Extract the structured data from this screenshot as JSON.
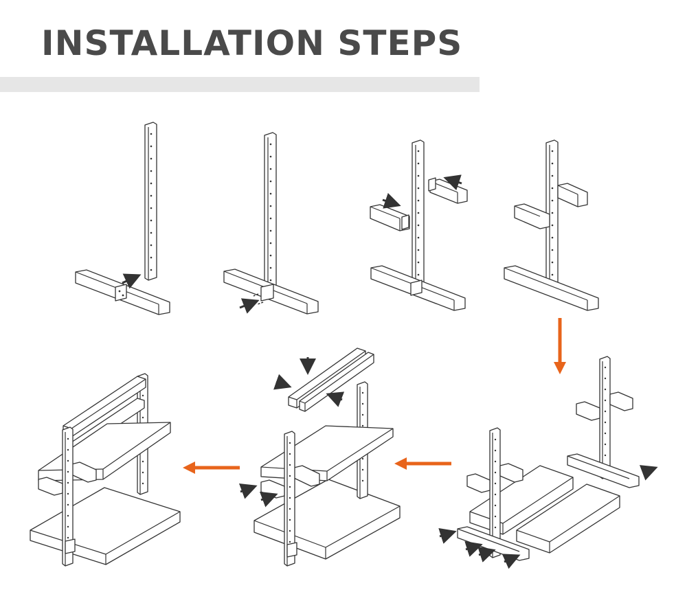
{
  "page": {
    "title": "INSTALLATION STEPS"
  },
  "colors": {
    "title_text": "#4a4a4a",
    "title_bar": "#e6e6e6",
    "flow_arrow": "#e8641b",
    "line_art": "#333333"
  },
  "steps": [
    {
      "id": "step-1-upright-with-base"
    },
    {
      "id": "step-2-fasten-base"
    },
    {
      "id": "step-3-attach-arms"
    },
    {
      "id": "step-4-upright-complete"
    },
    {
      "id": "step-5-add-shelf-boards"
    },
    {
      "id": "step-6-add-top-rails"
    },
    {
      "id": "step-7-finished-rack"
    }
  ],
  "flow_arrows": [
    {
      "from": "step-4-upright-complete",
      "to": "step-5-add-shelf-boards",
      "direction": "down"
    },
    {
      "from": "step-5-add-shelf-boards",
      "to": "step-6-add-top-rails",
      "direction": "left"
    },
    {
      "from": "step-6-add-top-rails",
      "to": "step-7-finished-rack",
      "direction": "left"
    }
  ]
}
